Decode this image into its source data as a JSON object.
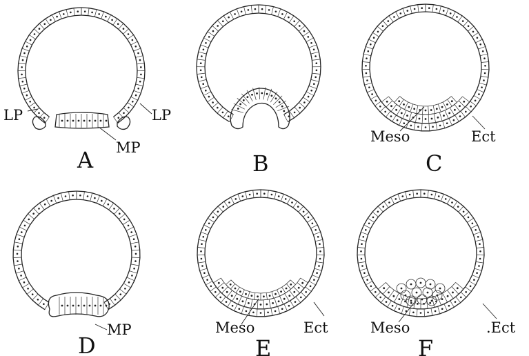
{
  "figure": {
    "panels": [
      {
        "id": "A",
        "letter": "A",
        "labels": [
          "LP",
          "LP",
          "MP"
        ]
      },
      {
        "id": "B",
        "letter": "B",
        "labels": []
      },
      {
        "id": "C",
        "letter": "C",
        "labels": [
          "Meso",
          "Ect"
        ]
      },
      {
        "id": "D",
        "letter": "D",
        "labels": [
          "MP"
        ]
      },
      {
        "id": "E",
        "letter": "E",
        "labels": [
          "Meso",
          "Ect"
        ]
      },
      {
        "id": "F",
        "letter": "F",
        "labels": [
          "Meso",
          ".Ect"
        ]
      }
    ]
  }
}
